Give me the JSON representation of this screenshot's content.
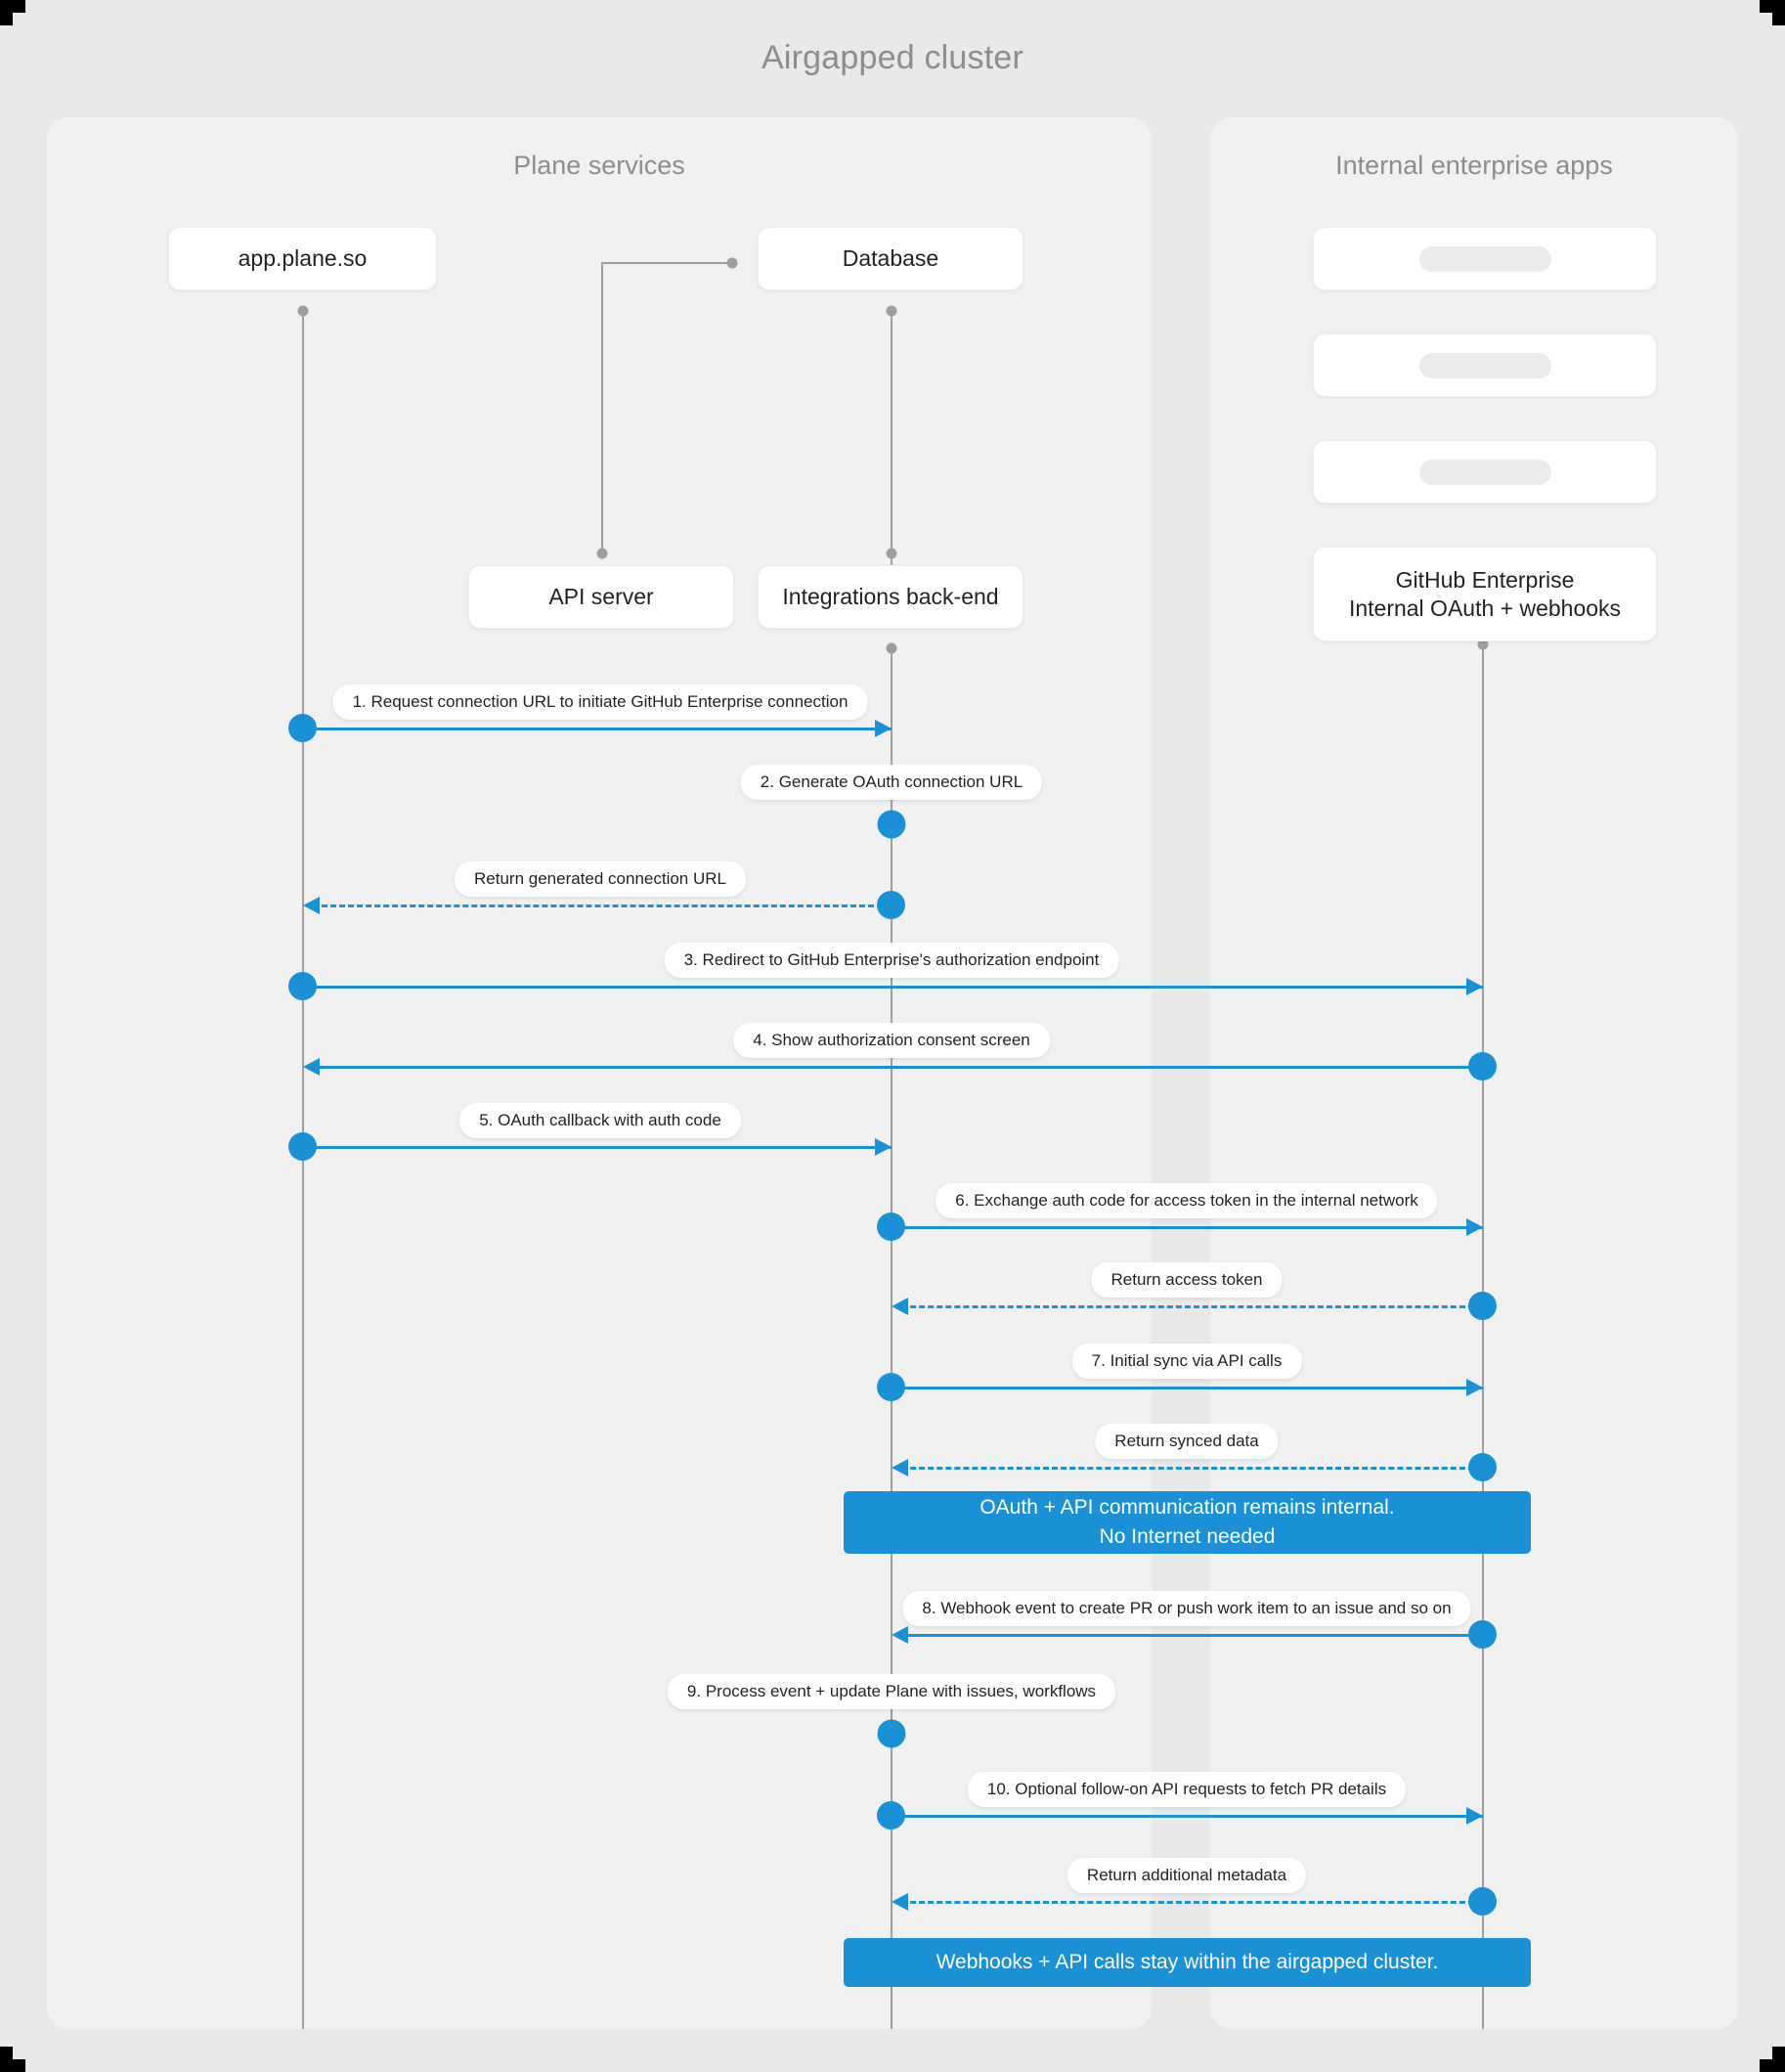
{
  "canvas": {
    "title": "Airgapped cluster",
    "background": "#e9e9e9",
    "accent": "#1a91d6",
    "lifeline_color": "#9e9e9e",
    "muted_text": "#8b8d90"
  },
  "groups": [
    {
      "id": "plane",
      "title": "Plane services"
    },
    {
      "id": "enterprise",
      "title": "Internal enterprise apps"
    }
  ],
  "participants": [
    {
      "id": "app",
      "label": "app.plane.so",
      "group": "plane"
    },
    {
      "id": "database",
      "label": "Database",
      "group": "plane"
    },
    {
      "id": "api",
      "label": "API server",
      "group": "plane"
    },
    {
      "id": "integrations",
      "label": "Integrations back-end",
      "group": "plane"
    },
    {
      "id": "ph1",
      "label": "",
      "group": "enterprise",
      "placeholder": true
    },
    {
      "id": "ph2",
      "label": "",
      "group": "enterprise",
      "placeholder": true
    },
    {
      "id": "ph3",
      "label": "",
      "group": "enterprise",
      "placeholder": true
    },
    {
      "id": "ghe",
      "label_line1": "GitHub Enterprise",
      "label_line2": "Internal OAuth + webhooks",
      "group": "enterprise"
    }
  ],
  "messages": [
    {
      "n": 1,
      "label": "1. Request connection URL to initiate GitHub Enterprise connection",
      "from": "app",
      "to": "integrations",
      "style": "solid"
    },
    {
      "n": 2,
      "label": "2. Generate OAuth connection URL",
      "from": "integrations",
      "to": "integrations",
      "style": "self"
    },
    {
      "n": 3,
      "label": "Return generated connection URL",
      "from": "integrations",
      "to": "app",
      "style": "dashed"
    },
    {
      "n": 4,
      "label": "3. Redirect to GitHub Enterprise's authorization endpoint",
      "from": "app",
      "to": "ghe",
      "style": "solid"
    },
    {
      "n": 5,
      "label": "4. Show authorization consent screen",
      "from": "ghe",
      "to": "app",
      "style": "solid"
    },
    {
      "n": 6,
      "label": "5. OAuth callback with auth code",
      "from": "app",
      "to": "integrations",
      "style": "solid"
    },
    {
      "n": 7,
      "label": "6. Exchange auth code for access token in the internal network",
      "from": "integrations",
      "to": "ghe",
      "style": "solid"
    },
    {
      "n": 8,
      "label": "Return access token",
      "from": "ghe",
      "to": "integrations",
      "style": "dashed"
    },
    {
      "n": 9,
      "label": "7. Initial sync via API calls",
      "from": "integrations",
      "to": "ghe",
      "style": "solid"
    },
    {
      "n": 10,
      "label": "Return synced data",
      "from": "ghe",
      "to": "integrations",
      "style": "dashed"
    },
    {
      "n": 11,
      "label": "8. Webhook event to create PR  or push work item to an issue  and so on",
      "from": "ghe",
      "to": "integrations",
      "style": "solid"
    },
    {
      "n": 12,
      "label": "9. Process event + update Plane with issues, workflows",
      "from": "integrations",
      "to": "integrations",
      "style": "self"
    },
    {
      "n": 13,
      "label": "10. Optional follow-on API requests to fetch PR details",
      "from": "integrations",
      "to": "ghe",
      "style": "solid"
    },
    {
      "n": 14,
      "label": "Return additional metadata",
      "from": "ghe",
      "to": "integrations",
      "style": "dashed"
    }
  ],
  "notes": [
    {
      "id": "note1",
      "line1": "OAuth + API communication remains internal.",
      "line2": "No Internet needed"
    },
    {
      "id": "note2",
      "line1": "Webhooks + API calls stay within the airgapped cluster.",
      "line2": ""
    }
  ]
}
